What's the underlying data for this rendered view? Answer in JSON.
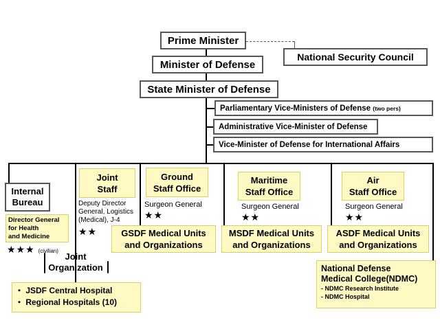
{
  "prime_minister": "Prime Minister",
  "nsc": "National Security Council",
  "minister": "Minister of Defense",
  "state_minister": "State Minister of Defense",
  "vice_ministers": {
    "parliamentary": "Parliamentary Vice-Ministers of Defense",
    "parliamentary_note": "(two pers)",
    "administrative": "Administrative Vice-Minister of Defense",
    "international": "Vice-Minister of Defense for International Affairs"
  },
  "internal_bureau": {
    "title_line1": "Internal",
    "title_line2": "Bureau",
    "dg_line1": "Director General",
    "dg_line2": "for Health",
    "dg_line3": "and Medicine",
    "stars": "★★★",
    "stars_note": "(civilian)"
  },
  "joint_staff": {
    "title_line1": "Joint",
    "title_line2": "Staff",
    "desc_line1": "Deputy Director",
    "desc_line2": "General, Logistics",
    "desc_line3": "(Medical), J-4",
    "stars": "★★"
  },
  "joint_org": {
    "line1": "Joint",
    "line2": "Organization"
  },
  "hospitals": {
    "line1": "・ JSDF Central Hospital",
    "line2": "・ Regional Hospitals (10)"
  },
  "ground": {
    "title_line1": "Ground",
    "title_line2": "Staff Office",
    "surgeon": "Surgeon General",
    "stars": "★★",
    "units_line1": "GSDF Medical Units",
    "units_line2": "and Organizations"
  },
  "maritime": {
    "title_line1": "Maritime",
    "title_line2": "Staff Office",
    "surgeon": "Surgeon General",
    "stars": "★★",
    "units_line1": "MSDF Medical Units",
    "units_line2": "and Organizations"
  },
  "air": {
    "title_line1": "Air",
    "title_line2": "Staff Office",
    "surgeon": "Surgeon General",
    "stars": "★★",
    "units_line1": "ASDF Medical Units",
    "units_line2": "and Organizations"
  },
  "ndmc": {
    "title_line1": "National Defense",
    "title_line2": "Medical College(NDMC)",
    "item1": "- NDMC Research Institute",
    "item2": "- NDMC Hospital"
  }
}
